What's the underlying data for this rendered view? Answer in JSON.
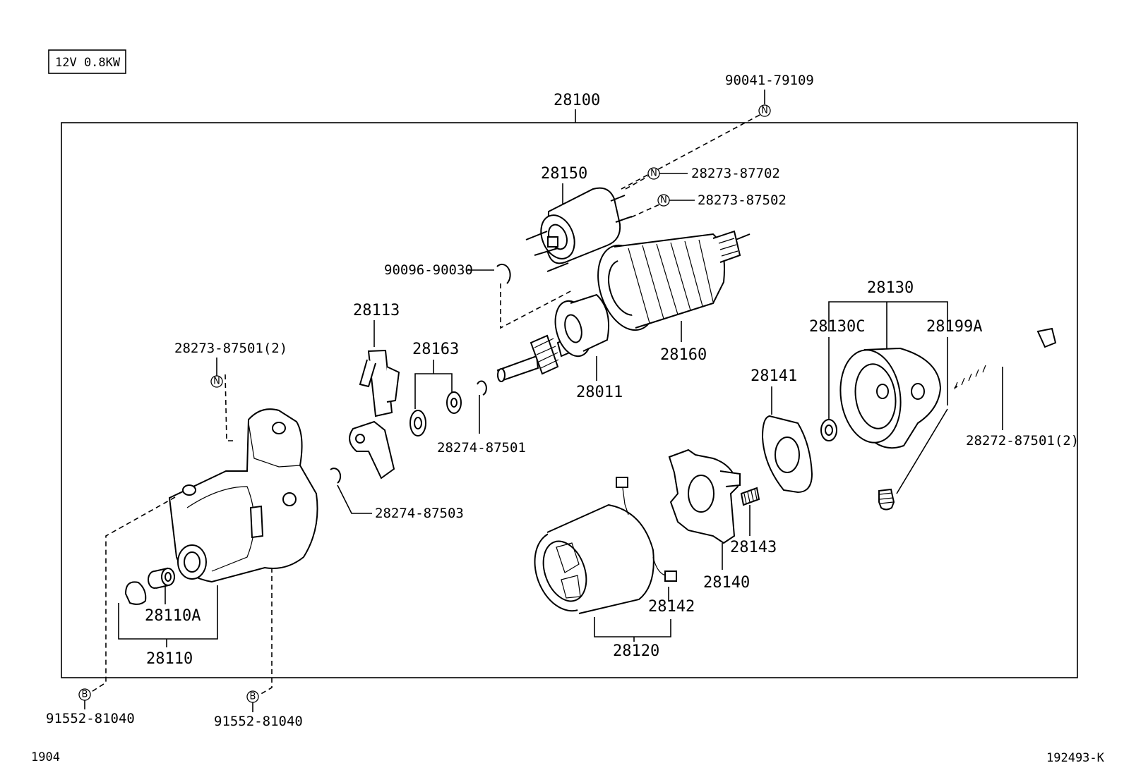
{
  "spec_label": "12V 0.8KW",
  "assembly": "28100",
  "callouts": {
    "p90041": "90041-79109",
    "p28150": "28150",
    "p28273_87702": "28273-87702",
    "p28273_87502": "28273-87502",
    "p90096": "90096-90030",
    "p28113": "28113",
    "p28163": "28163",
    "p28274_87501": "28274-87501",
    "p28011": "28011",
    "p28160": "28160",
    "p28130": "28130",
    "p28130C": "28130C",
    "p28199A": "28199A",
    "p28141": "28141",
    "p28272": "28272-87501(2)",
    "p28273_87501": "28273-87501(2)",
    "p28274_87503": "28274-87503",
    "p28143": "28143",
    "p28140": "28140",
    "p28142": "28142",
    "p28120": "28120",
    "p28110A": "28110A",
    "p28110": "28110",
    "p91552_left": "91552-81040",
    "p91552_right": "91552-81040"
  },
  "marks": {
    "n": "N",
    "b": "B"
  },
  "footer": {
    "left": "1904",
    "right": "192493-K"
  }
}
